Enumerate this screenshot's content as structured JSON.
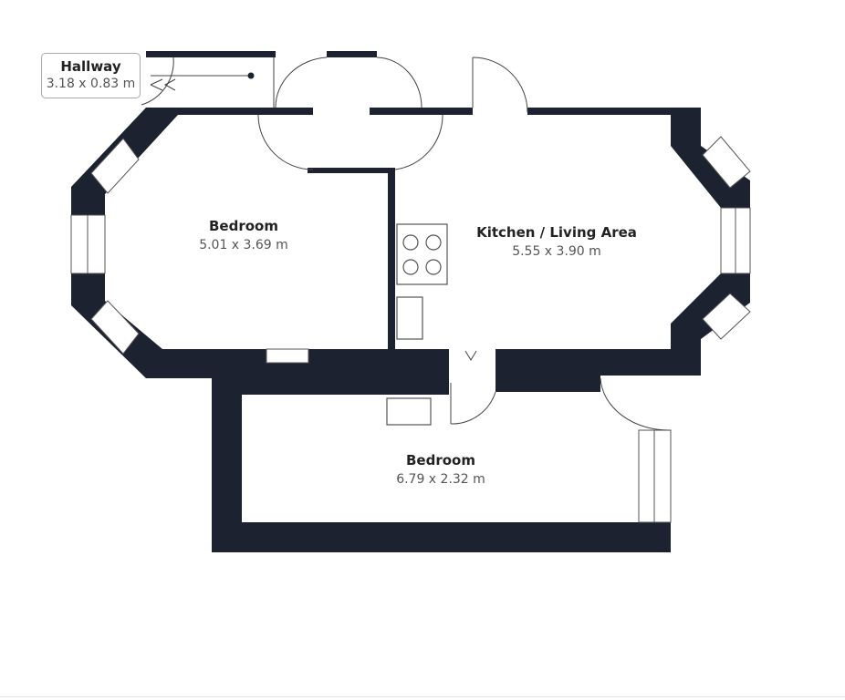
{
  "colors": {
    "wall": "#1c2230",
    "background": "#ffffff",
    "line": "#555555"
  },
  "rooms": [
    {
      "name": "Hallway",
      "dimensions": "3.18 x 0.83 m"
    },
    {
      "name": "Bedroom",
      "dimensions": "5.01 x 3.69 m"
    },
    {
      "name": "Kitchen / Living Area",
      "dimensions": "5.55 x 3.90 m"
    },
    {
      "name": "Bedroom",
      "dimensions": "6.79 x 2.32 m"
    }
  ]
}
